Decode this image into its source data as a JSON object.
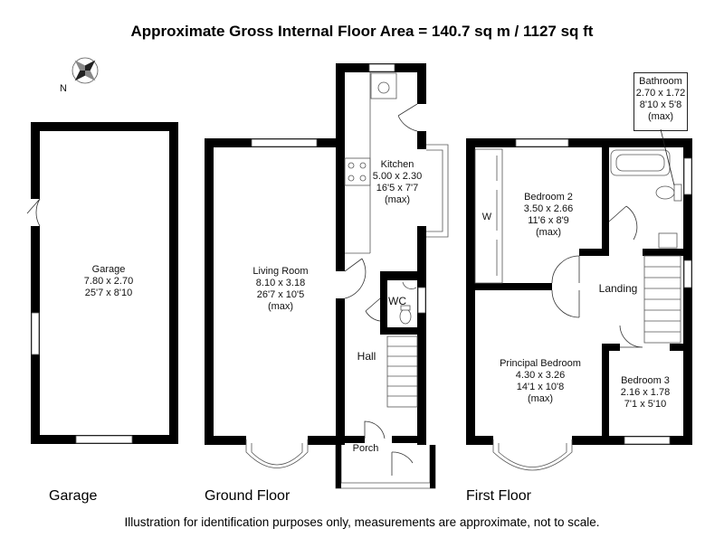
{
  "title": "Approximate Gross Internal Floor Area  = 140.7 sq m  / 1127 sq ft",
  "compass": {
    "label": "N",
    "icon": "compass-rose-icon"
  },
  "floors": [
    {
      "name": "Garage"
    },
    {
      "name": "Ground Floor"
    },
    {
      "name": "First Floor"
    }
  ],
  "rooms": {
    "garage": [
      "Garage",
      "7.80 x 2.70",
      "25'7 x 8'10"
    ],
    "living": [
      "Living Room",
      "8.10 x 3.18",
      "26'7 x 10'5",
      "(max)"
    ],
    "kitchen": [
      "Kitchen",
      "5.00 x 2.30",
      "16'5 x 7'7",
      "(max)"
    ],
    "wc": [
      "WC"
    ],
    "hall": [
      "Hall"
    ],
    "porch": [
      "Porch"
    ],
    "bedroom2": [
      "Bedroom 2",
      "3.50 x 2.66",
      "11'6 x 8'9",
      "(max)"
    ],
    "bathroom": [
      "Bathroom",
      "2.70 x 1.72",
      "8'10 x 5'8",
      "(max)"
    ],
    "landing": [
      "Landing"
    ],
    "principal": [
      "Principal Bedroom",
      "4.30 x 3.26",
      "14'1 x 10'8",
      "(max)"
    ],
    "bedroom3": [
      "Bedroom 3",
      "2.16 x 1.78",
      "7'1 x 5'10"
    ],
    "wardrobe": [
      "W"
    ]
  },
  "disclaimer": "Illustration for identification purposes only, measurements are approximate, not to scale."
}
